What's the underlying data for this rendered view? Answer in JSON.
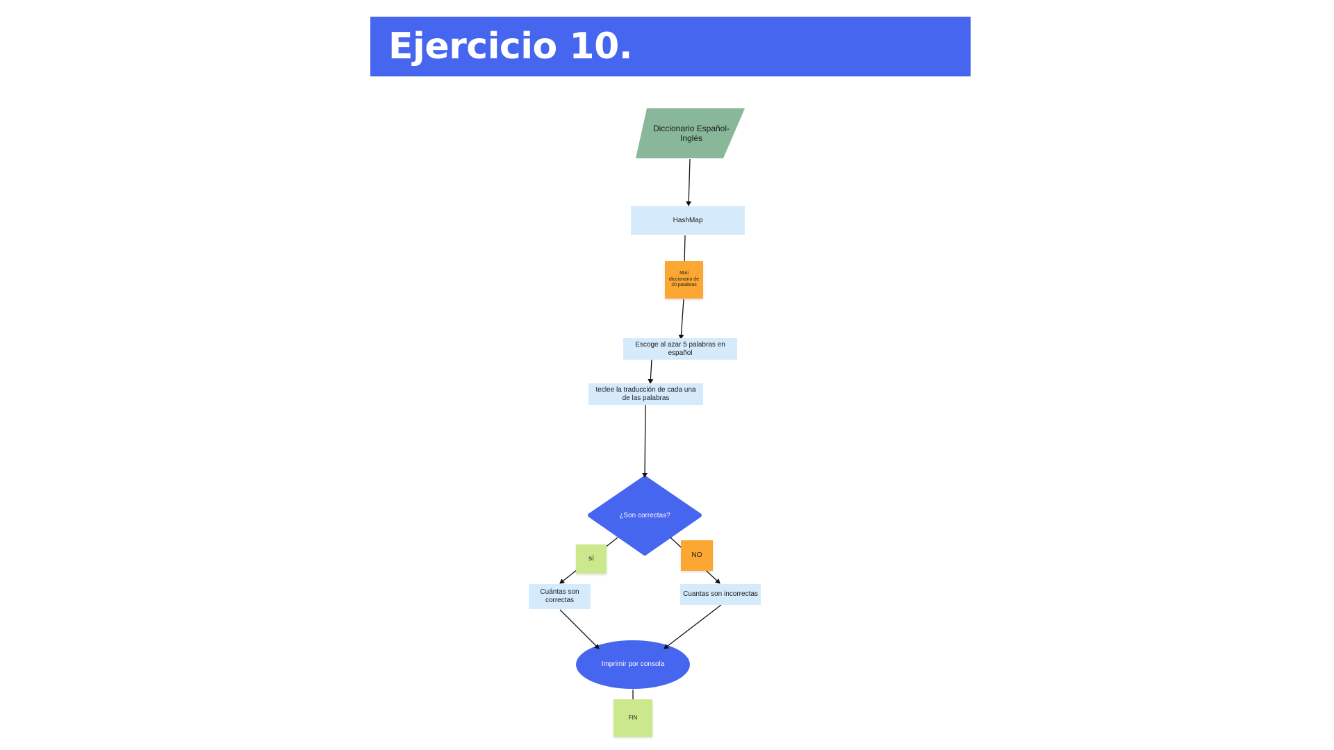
{
  "header": {
    "title": "Ejercicio 10."
  },
  "nodes": {
    "dictionary": "Diccionario Español-Inglés",
    "hashmap": "HashMap",
    "mini_dict": "Mini diccionario de 20 palabras",
    "choose_words": "Escoge al azar 5 palabras en español",
    "type_translation": "teclee la traducción de cada una de las palabras",
    "decision": "¿Son correctas?",
    "yes_label": "sí",
    "no_label": "NO",
    "count_correct": "Cuántas son correctas",
    "count_incorrect": "Cuantas son incorrectas",
    "print_console": "Imprimir por consola",
    "end": "FIN"
  },
  "colors": {
    "header_bg": "#4766f0",
    "data_shape": "#88b79a",
    "process_box": "#d5eafb",
    "sticky_orange": "#fda733",
    "sticky_green": "#cbe88c",
    "decision_fill": "#4766f0",
    "terminal_fill": "#4766f0"
  }
}
